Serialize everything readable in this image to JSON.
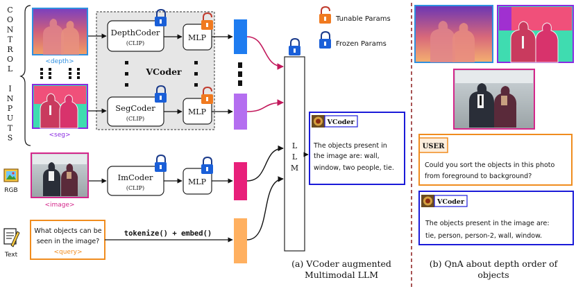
{
  "control_inputs_label": "CONTROL INPUTS",
  "control_letters": [
    "C",
    "O",
    "N",
    "T",
    "R",
    "O",
    "L",
    "",
    "I",
    "N",
    "P",
    "U",
    "T",
    "S"
  ],
  "inputs": {
    "depth_caption": "<depth>",
    "seg_caption": "<seg>",
    "image_caption": "<image>",
    "query_caption": "<query>",
    "rgb_label": "RGB",
    "text_label": "Text",
    "query_text_line1": "What objects can be",
    "query_text_line2": "seen in the image?"
  },
  "encoders": {
    "depth_coder": "DepthCoder",
    "seg_coder": "SegCoder",
    "im_coder": "ImCoder",
    "clip": "(CLIP)",
    "mlp": "MLP",
    "vcoder": "VCoder",
    "tokenize": "tokenize() + embed()"
  },
  "legend": {
    "tunable": "Tunable Params",
    "frozen": "Frozen Params"
  },
  "llm_letters": [
    "L",
    "L",
    "M"
  ],
  "output": {
    "vcoder_label": "VCoder",
    "answer_lines": [
      "The objects present in",
      "the image are: wall,",
      "window, two people, tie."
    ]
  },
  "captions": {
    "a_line1": "(a) VCoder augmented",
    "a_line2": "Multimodal LLM",
    "b_line1": "(b) QnA about depth order of",
    "b_line2": "objects"
  },
  "qna": {
    "user_label": "USER",
    "question_line1": "Could you sort the objects in this photo",
    "question_line2": "from foreground to background?",
    "vcoder_label": "VCoder",
    "answer_line1": "The objects present in the image are:",
    "answer_line2": "tie, person, person-2, wall, window."
  },
  "colors": {
    "depth_border": "#2e8fe0",
    "seg_border": "#8a2be2",
    "image_border": "#d4268a",
    "query_border": "#f08c1e",
    "blue_token": "#1e7cf0",
    "purple_token": "#b46ef0",
    "pink_token": "#e8207a",
    "orange_token": "#ffb060",
    "arrow_magenta": "#c2185b",
    "output_border": "#1a1ad8",
    "divider": "#8b1a1a"
  }
}
